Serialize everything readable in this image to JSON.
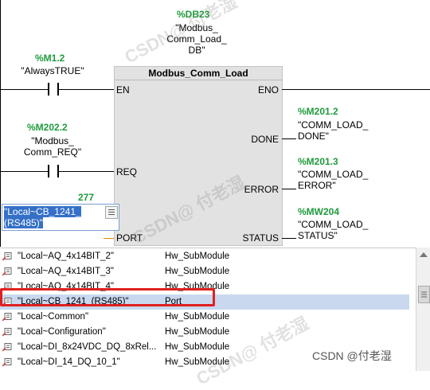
{
  "block": {
    "title": "Modbus_Comm_Load"
  },
  "instance_db": {
    "address": "%DB23",
    "name_lines": [
      "\"Modbus_",
      "Comm_Load_",
      "DB\""
    ]
  },
  "en_contact": {
    "address": "%M1.2",
    "name": "\"AlwaysTRUE\""
  },
  "req_contact": {
    "address": "%M202.2",
    "name_lines": [
      "\"Modbus_",
      "Comm_REQ\""
    ]
  },
  "pins": {
    "en": "EN",
    "eno": "ENO",
    "req": "REQ",
    "port": "PORT",
    "done": "DONE",
    "error": "ERROR",
    "status": "STATUS"
  },
  "outputs": {
    "done": {
      "address": "%M201.2",
      "name_lines": [
        "\"COMM_LOAD_",
        "DONE\""
      ]
    },
    "error": {
      "address": "%M201.3",
      "name_lines": [
        "\"COMM_LOAD_",
        "ERROR\""
      ]
    },
    "status": {
      "address": "%MW204",
      "name_lines": [
        "\"COMM_LOAD_",
        "STATUS\""
      ]
    }
  },
  "port_input": {
    "value_number": "277",
    "lines": [
      "\"Local~CB_1241_",
      "(RS485)\""
    ]
  },
  "dropdown": {
    "items": [
      {
        "name": "\"Local~AQ_4x14BIT_2\"",
        "type": "Hw_SubModule"
      },
      {
        "name": "\"Local~AQ_4x14BIT_3\"",
        "type": "Hw_SubModule"
      },
      {
        "name": "\"Local~AQ_4x14BIT_4\"",
        "type": "Hw_SubModule"
      },
      {
        "name": "\"Local~CB_1241_(RS485)\"",
        "type": "Port",
        "selected": true
      },
      {
        "name": "\"Local~Common\"",
        "type": "Hw_SubModule"
      },
      {
        "name": "\"Local~Configuration\"",
        "type": "Hw_SubModule"
      },
      {
        "name": "\"Local~DI_8x24VDC_DQ_8xRel...",
        "type": "Hw_SubModule"
      },
      {
        "name": "\"Local~DI_14_DQ_10_1\"",
        "type": "Hw_SubModule"
      }
    ]
  },
  "colors": {
    "address_green": "#1e9b3c",
    "highlight_red": "#e02020",
    "selection_blue": "#3470c8"
  },
  "watermark": {
    "text": "CSDN@ 付老湿",
    "bottom_right": "CSDN @付老湿"
  }
}
